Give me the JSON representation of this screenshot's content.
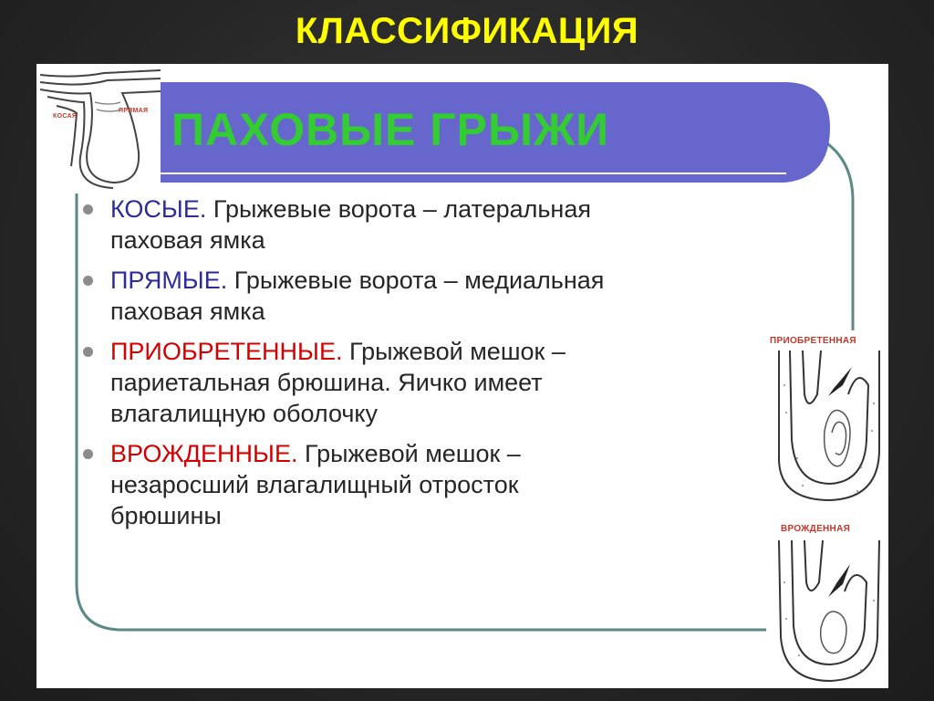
{
  "slide": {
    "title": "КЛАССИФИКАЦИЯ",
    "header": "ПАХОВЫЕ ГРЫЖИ"
  },
  "colors": {
    "background": "#262626",
    "title": "#ffff00",
    "header_bar": "#6666cc",
    "header_text": "#33cc33",
    "blue_term": "#2c2c9a",
    "red_term": "#d40000",
    "frame": "#5b8a86"
  },
  "bullets": [
    {
      "term": "КОСЫЕ.",
      "term_color": "blue",
      "text": "Грыжевые ворота – латеральная паховая ямка"
    },
    {
      "term": "ПРЯМЫЕ.",
      "term_color": "blue",
      "text": "Грыжевые ворота – медиальная паховая ямка"
    },
    {
      "term": "ПРИОБРЕТЕННЫЕ.",
      "term_color": "red",
      "text": "Грыжевой мешок – париетальная брюшина. Яичко имеет влагалищную оболочку"
    },
    {
      "term": "ВРОЖДЕННЫЕ.",
      "term_color": "red",
      "text": "Грыжевой мешок – незаросший влагалищный отросток брюшины"
    }
  ],
  "diagrams": {
    "top_left": {
      "label_left": "КОСАЯ",
      "label_right": "ПРЯМАЯ"
    },
    "acquired": {
      "label": "ПРИОБРЕТЕННАЯ"
    },
    "congenital": {
      "label": "ВРОЖДЕННАЯ"
    }
  }
}
